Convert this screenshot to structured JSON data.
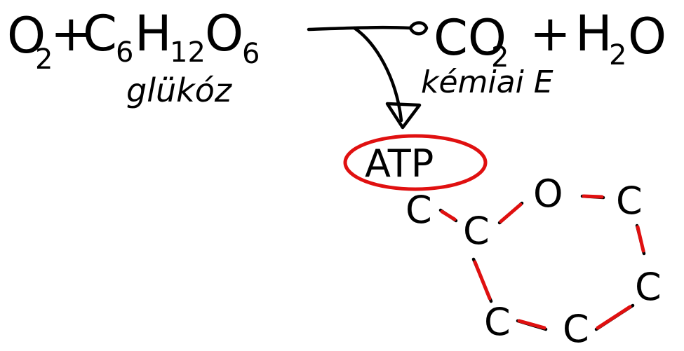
{
  "equation": {
    "lhs_o": "O",
    "lhs_o_sub": "2",
    "plus1": "+",
    "c": "C",
    "c_sub": "6",
    "h": "H",
    "h_sub": "12",
    "o2": "O",
    "o2_sub": "6",
    "rhs_co": "CO",
    "rhs_co_sub": "2",
    "plus2": "+",
    "h2": "H",
    "h2_sub": "2",
    "h2o": "O"
  },
  "labels": {
    "glucose": "glükóz",
    "chemical_energy": "kémiai E",
    "atp": "ATP"
  },
  "ring": {
    "atoms": [
      "C",
      "C",
      "O",
      "C",
      "C",
      "C",
      "C"
    ]
  },
  "colors": {
    "ink": "#000000",
    "highlight": "#e01010"
  }
}
